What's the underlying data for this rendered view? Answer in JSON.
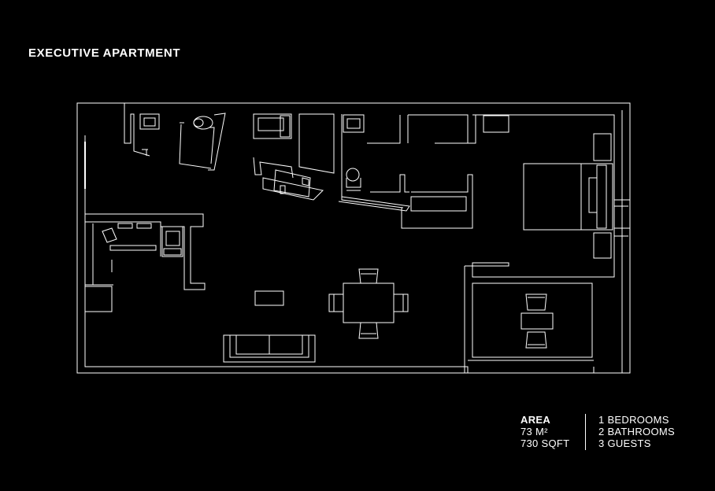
{
  "title": "EXECUTIVE APARTMENT",
  "info": {
    "area_heading": "AREA",
    "area_m2": "73 M²",
    "area_sqft": "730 SQFT",
    "bedrooms": "1 BEDROOMS",
    "bathrooms": "2 BATHROOMS",
    "guests": "3 GUESTS"
  },
  "colors": {
    "background": "#000000",
    "line": "#ffffff"
  }
}
